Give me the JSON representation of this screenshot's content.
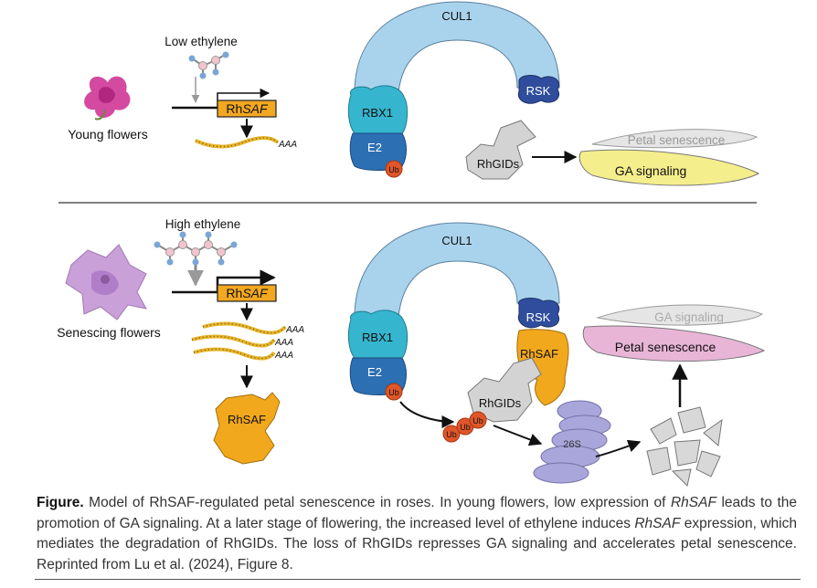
{
  "top_panel": {
    "ethylene_label": "Low ethylene",
    "flower_label": "Young flowers",
    "gene_prefix": "Rh",
    "gene_italic": "SAF",
    "polya": "AAA",
    "cul1": "CUL1",
    "rbx1": "RBX1",
    "e2": "E2",
    "rsk": "RSK",
    "ub": "Ub",
    "rhgids": "RhGIDs",
    "outcome_faded": "Petal senescence",
    "outcome_active": "GA signaling"
  },
  "bottom_panel": {
    "ethylene_label": "High ethylene",
    "flower_label": "Senescing flowers",
    "gene_prefix": "Rh",
    "gene_italic": "SAF",
    "polya": "AAA",
    "protein": "RhSAF",
    "cul1": "CUL1",
    "rbx1": "RBX1",
    "e2": "E2",
    "rsk": "RSK",
    "rhsaf_bound": "RhSAF",
    "rhgids": "RhGIDs",
    "ub": "Ub",
    "proteasome": "26S",
    "outcome_faded": "GA signaling",
    "outcome_active": "Petal senescence"
  },
  "caption": {
    "label": "Figure.",
    "s1": " Model of RhSAF-regulated petal senescence in roses. In young flowers, low expression of ",
    "i1": "RhSAF",
    "s2": " leads to the promotion of GA signaling. At a later stage of flowering, the increased level of ethylene induces ",
    "i2": "RhSAF",
    "s3": " expression, which mediates the degradation of RhGIDs. The loss of RhGIDs represses GA signaling and accelerates petal senescence. Reprinted from Lu et al. (2024), Figure 8."
  },
  "colors": {
    "cul1": "#a9d3ec",
    "rbx1": "#36b5cf",
    "e2": "#2c6fb3",
    "rsk": "#2f4d9c",
    "ub": "#e0562a",
    "rhsaf": "#f2a81c",
    "rhgids": "#d3d3d3",
    "proteasome": "#a8a6da",
    "ga_yellow": "#f5ee8c",
    "senescence_pink": "#e8b5d7"
  }
}
